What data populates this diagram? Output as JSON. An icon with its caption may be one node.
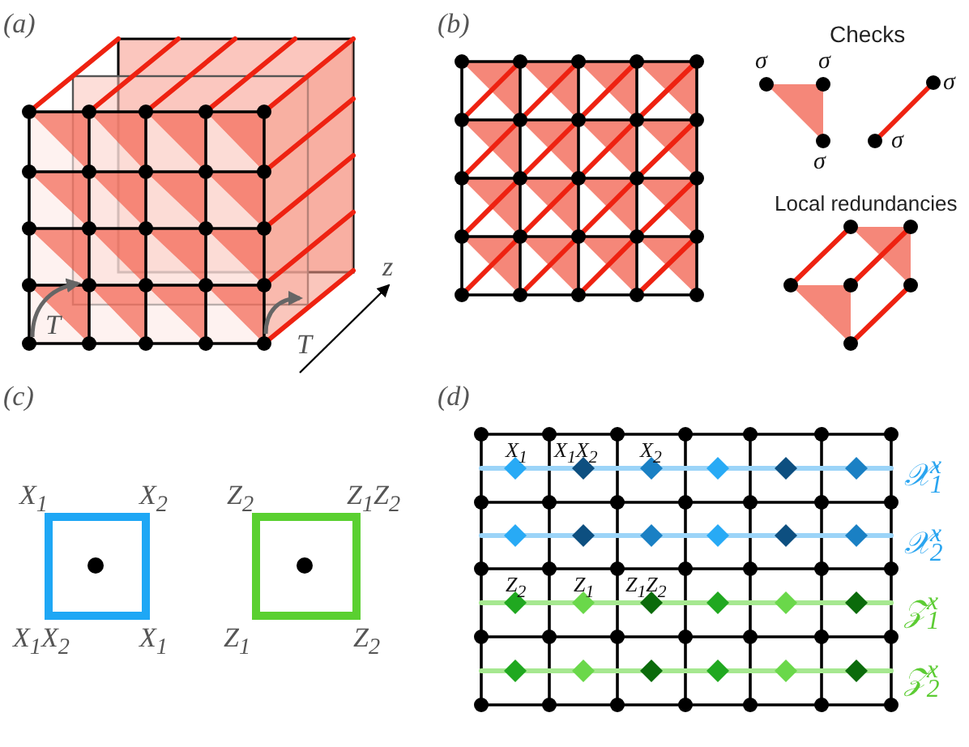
{
  "diagram": {
    "labels": [
      "(a)",
      "(b)",
      "Checks",
      "σ",
      "σ",
      "σ",
      "σ",
      "σ",
      "Local redundancies",
      "z",
      "T",
      "T",
      "(c)",
      "X$_{1}$",
      "X$_{2}$",
      "Z$_{2}$",
      "Z$_{1}$Z$_{2}$",
      "X$_{1}$X$_{2}$",
      "X$_{1}$",
      "Z$_{1}$",
      "Z$_{2}$",
      "(d)",
      "X$_{1}$",
      "X$_{1}$X$_{2}$",
      "X$_{2}$",
      "𝒳$^{x}$$_{1}$",
      "𝒳$^{x}$$_{2}$",
      "Z$_{2}$",
      "Z$_{1}$",
      "Z$_{1}$Z$_{2}$",
      "𝒵$^{x}$$_{1}$",
      "𝒵$^{x}$$_{2}$"
    ]
  }
}
